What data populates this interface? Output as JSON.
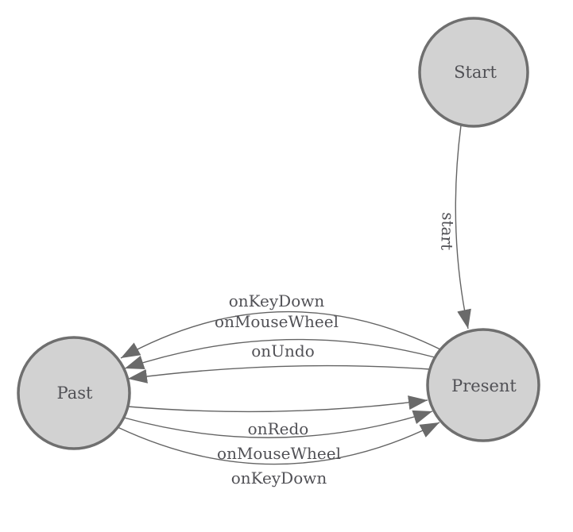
{
  "colors": {
    "background": "#ffffff",
    "node_fill": "#d2d2d2",
    "node_stroke": "#6f6f6f",
    "edge_line": "#646464",
    "arrow_fill": "#6a6a6a",
    "label_text": "#515156"
  },
  "diagram": {
    "type": "state-machine",
    "nodes": [
      {
        "id": "start",
        "label": "Start"
      },
      {
        "id": "present",
        "label": "Present"
      },
      {
        "id": "past",
        "label": "Past"
      }
    ],
    "edges": [
      {
        "from": "start",
        "to": "present",
        "label": "start"
      },
      {
        "from": "present",
        "to": "past",
        "label": "onKeyDown"
      },
      {
        "from": "present",
        "to": "past",
        "label": "onMouseWheel"
      },
      {
        "from": "present",
        "to": "past",
        "label": "onUndo"
      },
      {
        "from": "past",
        "to": "present",
        "label": "onRedo"
      },
      {
        "from": "past",
        "to": "present",
        "label": "onMouseWheel"
      },
      {
        "from": "past",
        "to": "present",
        "label": "onKeyDown"
      }
    ],
    "icons": {
      "arrowhead": "filled-triangle-arrowhead-icon"
    }
  }
}
